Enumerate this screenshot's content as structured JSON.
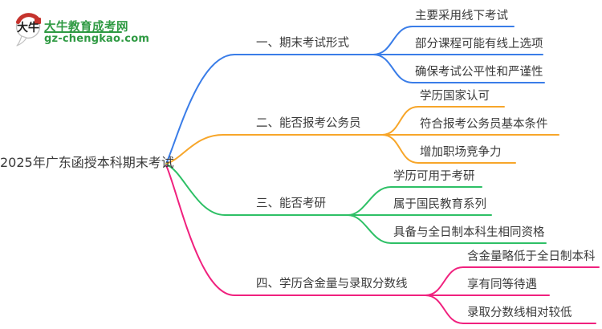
{
  "brand": {
    "icon_text": "大牛",
    "title": "大牛教育成考网",
    "domain": "gz-chengkao.com"
  },
  "colors": {
    "brand_green": "#2F9A43",
    "seal_red": "#C5332D",
    "text": "#3A3A3A",
    "branch1": "#3A7DE8",
    "branch2": "#F7A62A",
    "branch3": "#2EC066",
    "branch4": "#F0217E"
  },
  "mindmap": {
    "central_topic": "2025年广东函授本科期末考试",
    "branches": [
      {
        "label": "一、期末考试形式",
        "children": [
          "主要采用线下考试",
          "部分课程可能有线上选项",
          "确保考试公平性和严谨性"
        ]
      },
      {
        "label": "二、能否报考公务员",
        "children": [
          "学历国家认可",
          "符合报考公务员基本条件",
          "增加职场竞争力"
        ]
      },
      {
        "label": "三、能否考研",
        "children": [
          "学历可用于考研",
          "属于国民教育系列",
          "具备与全日制本科生相同资格"
        ]
      },
      {
        "label": "四、学历含金量与录取分数线",
        "children": [
          "含金量略低于全日制本科",
          "享有同等待遇",
          "录取分数线相对较低"
        ]
      }
    ]
  }
}
